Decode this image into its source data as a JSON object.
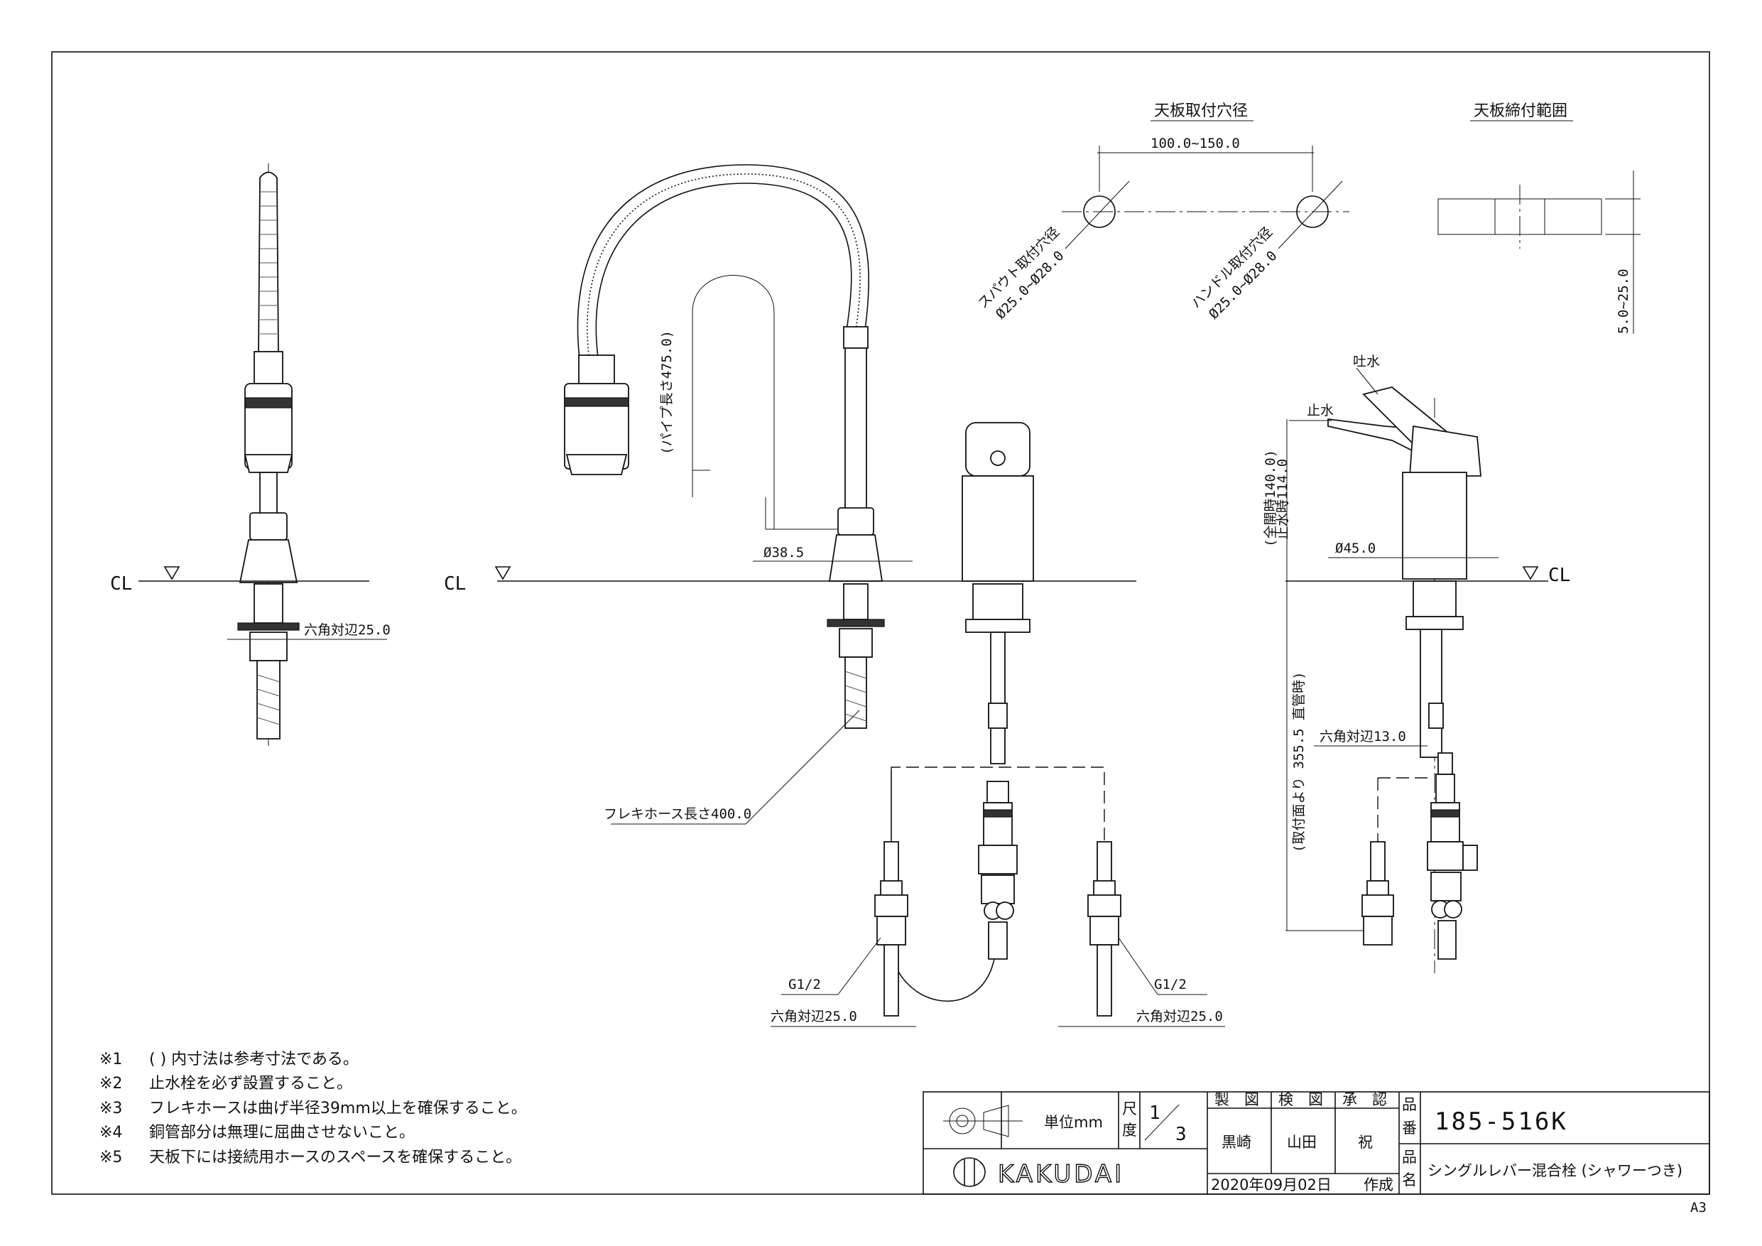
{
  "dimensions": {
    "mount_hole_title": "天板取付穴径",
    "clamp_range_title": "天板締付範囲",
    "hole_spacing": "100.0~150.0",
    "spout_hole": "スパウト取付穴径",
    "spout_hole_value": "Ø25.0~Ø28.0",
    "handle_hole": "ハンドル取付穴径",
    "handle_hole_value": "Ø25.0~Ø28.0",
    "clamp_range_value": "5.0~25.0",
    "pipe_length": "(パイプ長さ475.0)",
    "dia_38_5": "Ø38.5",
    "hex_25_left": "六角対辺25.0",
    "flex_hose": "フレキホース長さ400.0",
    "g_left": "G1/2",
    "hex_25_mid_left": "六角対辺25.0",
    "g_right": "G1/2",
    "hex_25_mid_right": "六角対辺25.0",
    "outlet": "吐水",
    "stop": "止水",
    "full_open": "(全開時140.0)",
    "stop_height": "止水時114.0",
    "dia_45": "Ø45.0",
    "hex_13": "六角対辺13.0",
    "depth_below": "(取付面より 355.5 直管時)",
    "cl": "CL",
    "sheet_size": "A3"
  },
  "notes": [
    {
      "mark": "※1",
      "text": "(   ) 内寸法は参考寸法である。"
    },
    {
      "mark": "※2",
      "text": "止水栓を必ず設置すること。"
    },
    {
      "mark": "※3",
      "text": "フレキホースは曲げ半径39mm以上を確保すること。"
    },
    {
      "mark": "※4",
      "text": "銅管部分は無理に屈曲させないこと。"
    },
    {
      "mark": "※5",
      "text": "天板下には接続用ホースのスペースを確保すること。"
    }
  ],
  "title_block": {
    "unit": "単位mm",
    "scale_label_top": "尺",
    "scale_label_bottom": "度",
    "scale_num": "1",
    "scale_den": "3",
    "made": "製　図",
    "checked": "検　図",
    "approved": "承　認",
    "made_name": "黒崎",
    "checked_name": "山田",
    "approved_name": "祝",
    "part_no_label_top": "品",
    "part_no_label_bottom": "番",
    "part_no": "185-516K",
    "name_label_top": "品",
    "name_label_bottom": "名",
    "product_name": "シングルレバー混合栓 (シャワーつき)",
    "date": "2020年09月02日",
    "created": "作成",
    "brand": "KAKUDAI"
  }
}
